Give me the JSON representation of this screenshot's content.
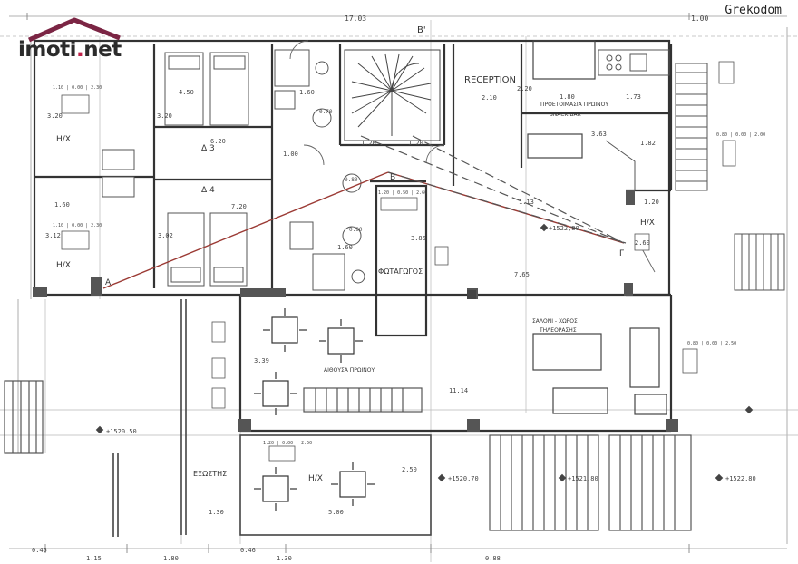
{
  "brand": {
    "name_pre": "imoti",
    "name_dot": ".",
    "name_post": "net",
    "accent_color": "#c0224a",
    "roof_color": "#7b2544"
  },
  "watermark": "Grekodom",
  "scale_note": "1.00",
  "top_dimension": "17.03",
  "section_mark": "B'",
  "rooms": {
    "reception": "RECEPTION",
    "breakfast_prep": "ΠΡΟΕΤΟΙΜΑΣΙΑ ΠΡΩΙΝΟΥ",
    "snack_bar": "SNACK BAR",
    "room3": "Δ 3",
    "room4": "Δ 4",
    "hx_top_left": "Η/Χ",
    "hx_mid_left": "Η/Χ",
    "hx_right": "Η/Χ",
    "hx_bottom": "Η/Χ",
    "lightwell": "ΦΩΤΑΓΩΓΟΣ",
    "lounge": "ΣΑΛΟΝΙ - ΧΩΡΟΣ",
    "tv": "ΤΗΛΕΟΡΑΣΗΣ",
    "breakfast_hall": "ΑΙΘΟΥΣΑ ΠΡΩΙΝΟΥ",
    "outdoor": "ΕΞΩΣΤΗΣ"
  },
  "elevations": {
    "e1": "+1520.50",
    "e2": "+1520,70",
    "e3": "+1521,80",
    "e4": "+1522,80",
    "e5": "+1522,80"
  },
  "dimensions": {
    "d450": "4.50",
    "d320a": "3.20",
    "d320b": "3.20",
    "d620": "6.20",
    "d720": "7.20",
    "d160a": "1.60",
    "d160b": "1.60",
    "d160c": "1.60",
    "d312": "3.12",
    "d302": "3.02",
    "d210": "2.10",
    "d220": "2.20",
    "d180": "1.80",
    "d173": "1.73",
    "d363": "3.63",
    "d182": "1.82",
    "d120a": "1.20",
    "d120b": "1.20",
    "d120c": "1.20",
    "d100": "1.00",
    "d260": "2.60",
    "d765": "7.65",
    "d385": "3.85",
    "d1114": "11.14",
    "d113": "1.13",
    "d339": "3.39",
    "d250": "2.50",
    "d500": "5.00",
    "d130": "1.30",
    "d045a": "0.45",
    "d045b": "0.46",
    "d115": "1.15",
    "d180b": "1.80",
    "d130b": "1.30",
    "d088": "0.88",
    "d070": "0.70",
    "d080": "0.80",
    "d090": "0.90"
  },
  "window_tags": {
    "w1": "1.10 | 0.00 | 2.30",
    "w2": "1.10 | 0.00 | 2.30",
    "w3": "1.20 | 0.50 | 2.60",
    "w4": "0.80 | 0.00 | 2.50",
    "w5": "1.20 | 0.00 | 2.50",
    "w6": "0.80 | 0.00 | 2.00"
  },
  "markers": {
    "a": "A",
    "b": "B",
    "g": "Γ"
  },
  "colors": {
    "line": "#4a4a4a",
    "light": "#9a9a9a",
    "red": "#9b3a34",
    "dark": "#2a2a2a"
  }
}
